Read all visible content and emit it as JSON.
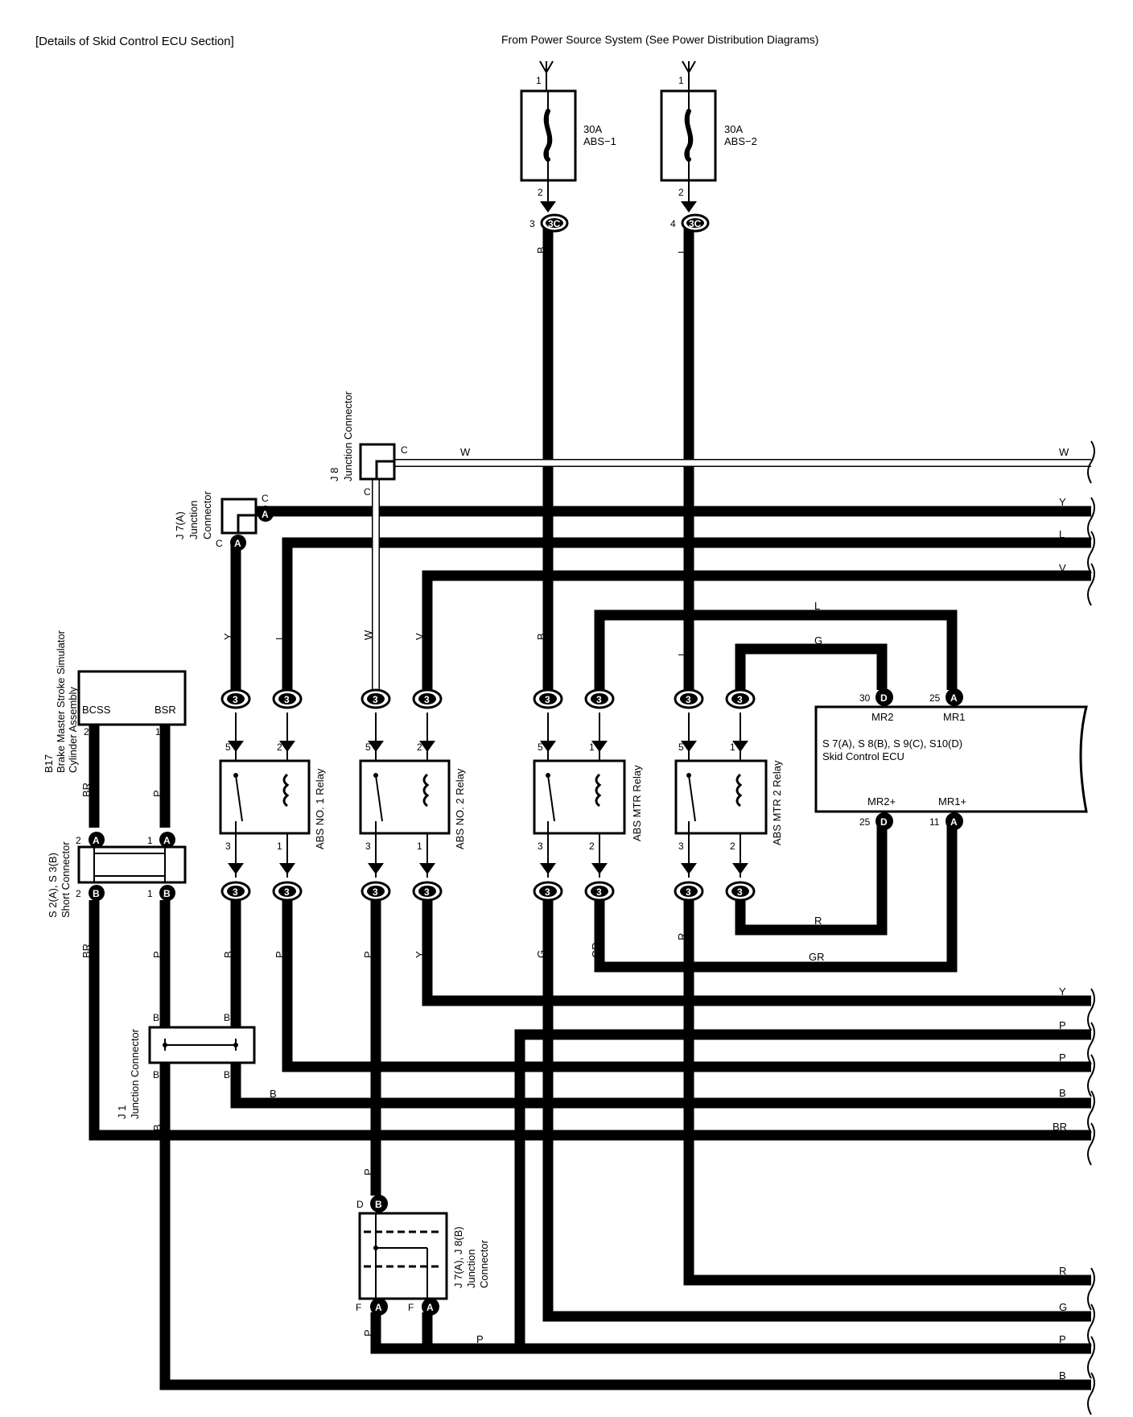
{
  "header": {
    "section_title": "[Details of Skid Control ECU Section]",
    "power_source_note": "From Power Source System (See Power Distribution Diagrams)"
  },
  "fuses": [
    {
      "id": "fuse1",
      "rating": "30A",
      "name": "ABS−1",
      "pin_in": "1",
      "pin_out": "2",
      "conn_pin": "3",
      "conn": "3C",
      "wire": "B"
    },
    {
      "id": "fuse2",
      "rating": "30A",
      "name": "ABS−2",
      "pin_in": "1",
      "pin_out": "2",
      "conn_pin": "4",
      "conn": "3C",
      "wire": "L"
    }
  ],
  "junctions": {
    "j8_top": {
      "name": "J 8",
      "sub": "Junction Connector",
      "pin_right": "C",
      "pin_bottom": "C"
    },
    "j7_top": {
      "name": "J 7(A)",
      "sub1": "Junction",
      "sub2": "Connector",
      "pin_right": "C",
      "pin_bottom": "C",
      "conn": "A"
    },
    "j1": {
      "name": "J 1",
      "sub": "Junction Connector",
      "pin": "B"
    },
    "j7_j8_bottom": {
      "name": "J 7(A), J 8(B)",
      "sub1": "Junction",
      "sub2": "Connector",
      "top_pin": "D",
      "top_conn": "B",
      "left_pin": "F",
      "left_conn": "A",
      "right_pin": "F",
      "right_conn": "A"
    }
  },
  "components": {
    "b17": {
      "name": "B17",
      "line1": "Brake Master Stroke Simulator",
      "line2": "Cylinder Assembly",
      "term_left": "BCSS",
      "term_right": "BSR",
      "pin_left": "2",
      "pin_right": "1"
    },
    "short_conn": {
      "name": "S 2(A), S 3(B)",
      "sub": "Short Connector",
      "pin2": "2",
      "pin1": "1",
      "conn_a": "A",
      "conn_b": "B"
    },
    "ecu": {
      "title": "S 7(A), S 8(B), S 9(C), S10(D)",
      "sub": "Skid Control ECU",
      "mr2": "MR2",
      "mr1": "MR1",
      "mr2p": "MR2+",
      "mr1p": "MR1+",
      "pin30": "30",
      "pin25a": "25",
      "pin25b": "25",
      "pin11": "11",
      "conn_d": "D",
      "conn_a": "A"
    }
  },
  "relays": [
    {
      "name": "ABS NO. 1 Relay",
      "p5": "5",
      "p2": "2",
      "p3": "3",
      "p1": "1",
      "conn": "3"
    },
    {
      "name": "ABS NO. 2 Relay",
      "p5": "5",
      "p2": "2",
      "p3": "3",
      "p1": "1",
      "conn": "3"
    },
    {
      "name": "ABS MTR Relay",
      "p5": "5",
      "p2": "1",
      "p3": "3",
      "p1": "2",
      "conn": "3"
    },
    {
      "name": "ABS MTR 2 Relay",
      "p5": "5",
      "p2": "1",
      "p3": "3",
      "p1": "2",
      "conn": "3"
    }
  ],
  "wire_colors": {
    "w": "W",
    "y": "Y",
    "l": "L",
    "v": "V",
    "b": "B",
    "g": "G",
    "r": "R",
    "gr": "GR",
    "p": "P",
    "br": "BR"
  }
}
